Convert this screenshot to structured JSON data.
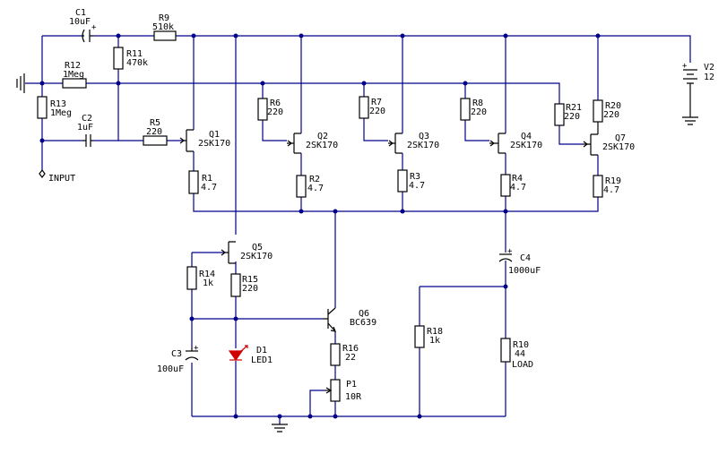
{
  "colors": {
    "wire": "#00008b",
    "component": "#000000",
    "led": "#d00000",
    "background": "#ffffff"
  },
  "components": {
    "c1": {
      "ref": "C1",
      "value": "10uF"
    },
    "c2": {
      "ref": "C2",
      "value": "1uF"
    },
    "c3": {
      "ref": "C3",
      "value": "100uF"
    },
    "c4": {
      "ref": "C4",
      "value": "1000uF"
    },
    "r1": {
      "ref": "R1",
      "value": "4.7"
    },
    "r2": {
      "ref": "R2",
      "value": "4.7"
    },
    "r3": {
      "ref": "R3",
      "value": "4.7"
    },
    "r4": {
      "ref": "R4",
      "value": "4.7"
    },
    "r5": {
      "ref": "R5",
      "value": "220"
    },
    "r6": {
      "ref": "R6",
      "value": "220"
    },
    "r7": {
      "ref": "R7",
      "value": "220"
    },
    "r8": {
      "ref": "R8",
      "value": "220"
    },
    "r9": {
      "ref": "R9",
      "value": "510k"
    },
    "r10": {
      "ref": "R10",
      "value": "44",
      "note": "LOAD"
    },
    "r11": {
      "ref": "R11",
      "value": "470k"
    },
    "r12": {
      "ref": "R12",
      "value": "1Meg"
    },
    "r13": {
      "ref": "R13",
      "value": "1Meg"
    },
    "r14": {
      "ref": "R14",
      "value": "1k"
    },
    "r15": {
      "ref": "R15",
      "value": "220"
    },
    "r16": {
      "ref": "R16",
      "value": "22"
    },
    "r18": {
      "ref": "R18",
      "value": "1k"
    },
    "r19": {
      "ref": "R19",
      "value": "4.7"
    },
    "r20": {
      "ref": "R20",
      "value": "220"
    },
    "r21": {
      "ref": "R21",
      "value": "220"
    },
    "q1": {
      "ref": "Q1",
      "value": "2SK170"
    },
    "q2": {
      "ref": "Q2",
      "value": "2SK170"
    },
    "q3": {
      "ref": "Q3",
      "value": "2SK170"
    },
    "q4": {
      "ref": "Q4",
      "value": "2SK170"
    },
    "q5": {
      "ref": "Q5",
      "value": "2SK170"
    },
    "q6": {
      "ref": "Q6",
      "value": "BC639"
    },
    "q7": {
      "ref": "Q7",
      "value": "2SK170"
    },
    "d1": {
      "ref": "D1",
      "value": "LED1"
    },
    "p1": {
      "ref": "P1",
      "value": "10R"
    },
    "v2": {
      "ref": "V2",
      "value": "12"
    },
    "input": {
      "label": "INPUT"
    }
  }
}
